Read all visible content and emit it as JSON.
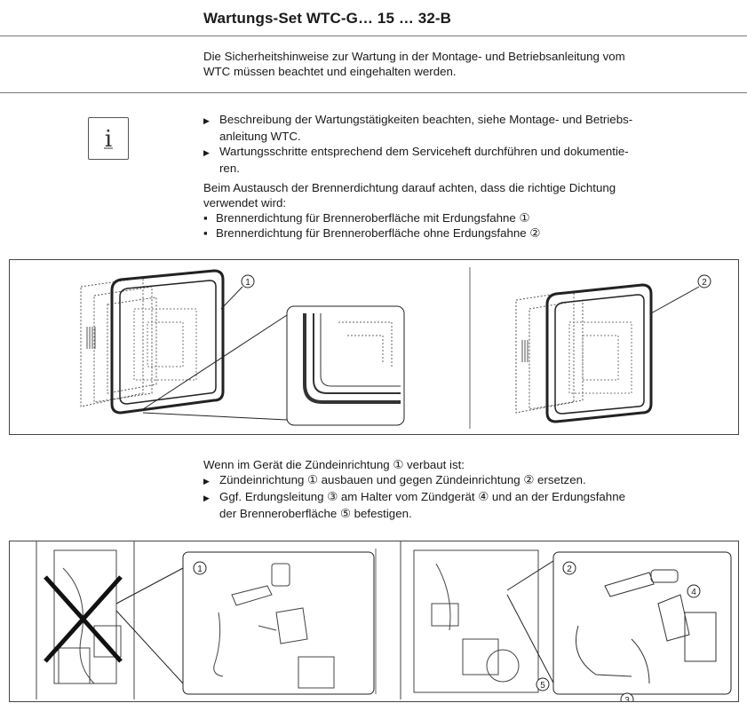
{
  "header": {
    "title": "Wartungs-Set WTC-G… 15 … 32-B"
  },
  "info": {
    "icon": "info-icon",
    "text_line1": "Die Sicherheitshinweise zur Wartung in der Montage- und Betriebsanleitung vom",
    "text_line2": "WTC müssen beachtet und eingehalten werden."
  },
  "instructions": {
    "step1_line1": "Beschreibung der Wartungstätigkeiten beachten, siehe Montage- und Betriebs-",
    "step1_line2": "anleitung WTC.",
    "step2_line1": "Wartungsschritte entsprechend dem Serviceheft durchführen und dokumentie-",
    "step2_line2": "ren.",
    "para_line1": "Beim Austausch der Brennerdichtung darauf achten, dass die richtige Dichtung",
    "para_line2": "verwendet wird:",
    "bullet1": "Brennerdichtung für Brenneroberfläche mit Erdungsfahne ①",
    "bullet2": "Brennerdichtung für Brenneroberfläche ohne Erdungsfahne ②"
  },
  "figure1": {
    "callout_left": "①",
    "callout_right": "②"
  },
  "ignition": {
    "intro": "Wenn im Gerät die Zündeinrichtung ① verbaut ist:",
    "step1": "Zündeinrichtung ① ausbauen und gegen Zündeinrichtung ② ersetzen.",
    "step2_line1": "Ggf. Erdungsleitung ③ am Halter vom Zündgerät ④ und an der Erdungsfahne",
    "step2_line2": "der Brenneroberfläche ⑤ befestigen."
  },
  "figure2": {
    "callout_1": "①",
    "callout_2": "②",
    "callout_3": "③",
    "callout_4": "④",
    "callout_5": "⑤"
  }
}
